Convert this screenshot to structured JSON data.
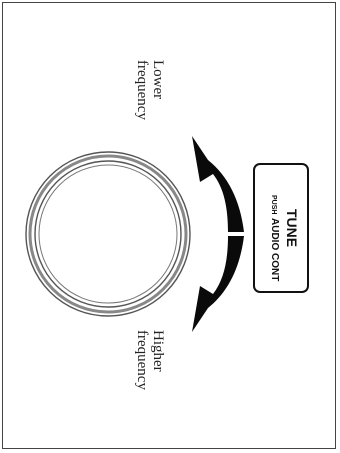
{
  "labels": {
    "lower": [
      "Lower",
      "frequency"
    ],
    "higher": [
      "Higher",
      "frequency"
    ]
  },
  "tune_badge": {
    "title": "TUNE",
    "push": "PUSH",
    "audio": "AUDIO CONT"
  }
}
